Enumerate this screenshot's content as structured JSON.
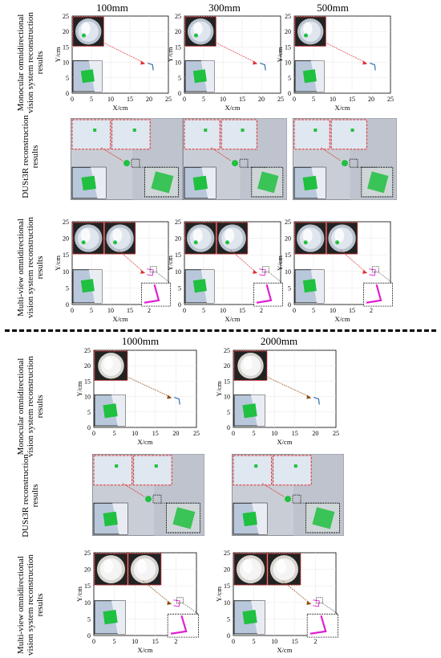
{
  "figure": {
    "top_columns": [
      "100mm",
      "300mm",
      "500mm"
    ],
    "bottom_columns": [
      "1000mm",
      "2000mm"
    ],
    "row_labels": [
      "Monocular omnidirectional vision system reconstruction results",
      "DUSt3R reconstruction results",
      "Multi-view omnidirectional vision system reconstruction results"
    ],
    "axes": {
      "xlabel": "X/cm",
      "ylabel": "Y/cm",
      "x_ticks": [
        "0",
        "5",
        "10",
        "15",
        "20",
        "25"
      ],
      "y_ticks": [
        "0",
        "5",
        "10",
        "15",
        "20",
        "25"
      ],
      "x_ticks_clipped": [
        "0",
        "5",
        "10",
        "15",
        "2"
      ]
    },
    "colors": {
      "trajectory_blue": "#2f6db5",
      "trajectory_magenta": "#e020d0",
      "arrow_red": "#e03030",
      "arrow_brown": "#8a4a10",
      "green_patch": "#20c040"
    }
  }
}
